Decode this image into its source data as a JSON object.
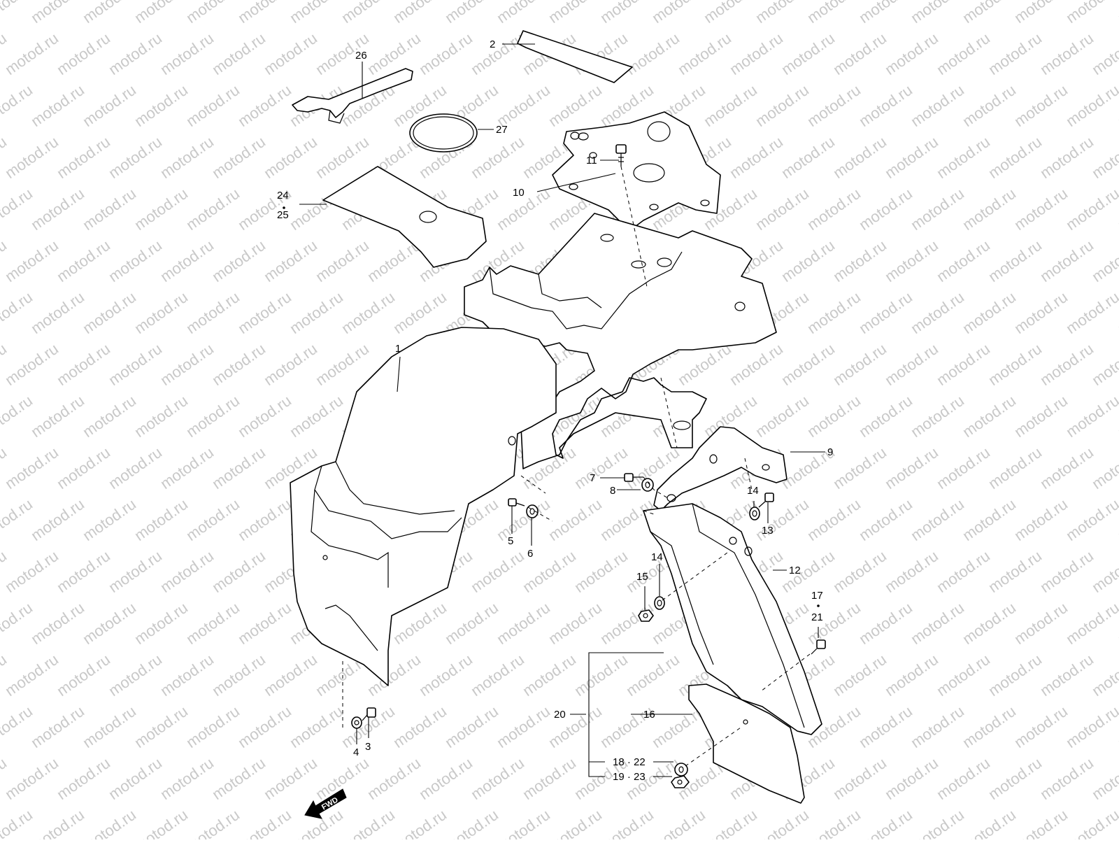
{
  "watermark": "motod.ru",
  "fwd_label": "FWD",
  "callouts": [
    {
      "id": "c2",
      "text": "2"
    },
    {
      "id": "c26",
      "text": "26"
    },
    {
      "id": "c27",
      "text": "27"
    },
    {
      "id": "c24",
      "text": "24"
    },
    {
      "id": "c25",
      "text": "25"
    },
    {
      "id": "c11",
      "text": "11"
    },
    {
      "id": "c10",
      "text": "10"
    },
    {
      "id": "c1",
      "text": "1"
    },
    {
      "id": "c9",
      "text": "9"
    },
    {
      "id": "c7",
      "text": "7"
    },
    {
      "id": "c8",
      "text": "8"
    },
    {
      "id": "c5",
      "text": "5"
    },
    {
      "id": "c6",
      "text": "6"
    },
    {
      "id": "c14a",
      "text": "14"
    },
    {
      "id": "c13",
      "text": "13"
    },
    {
      "id": "c14b",
      "text": "14"
    },
    {
      "id": "c15",
      "text": "15"
    },
    {
      "id": "c12",
      "text": "12"
    },
    {
      "id": "c17",
      "text": "17"
    },
    {
      "id": "c21",
      "text": "21"
    },
    {
      "id": "c20",
      "text": "20"
    },
    {
      "id": "c16",
      "text": "16"
    },
    {
      "id": "c18_22",
      "text": "18 · 22"
    },
    {
      "id": "c19_23",
      "text": "19 · 23"
    },
    {
      "id": "c4",
      "text": "4"
    },
    {
      "id": "c3",
      "text": "3"
    }
  ]
}
